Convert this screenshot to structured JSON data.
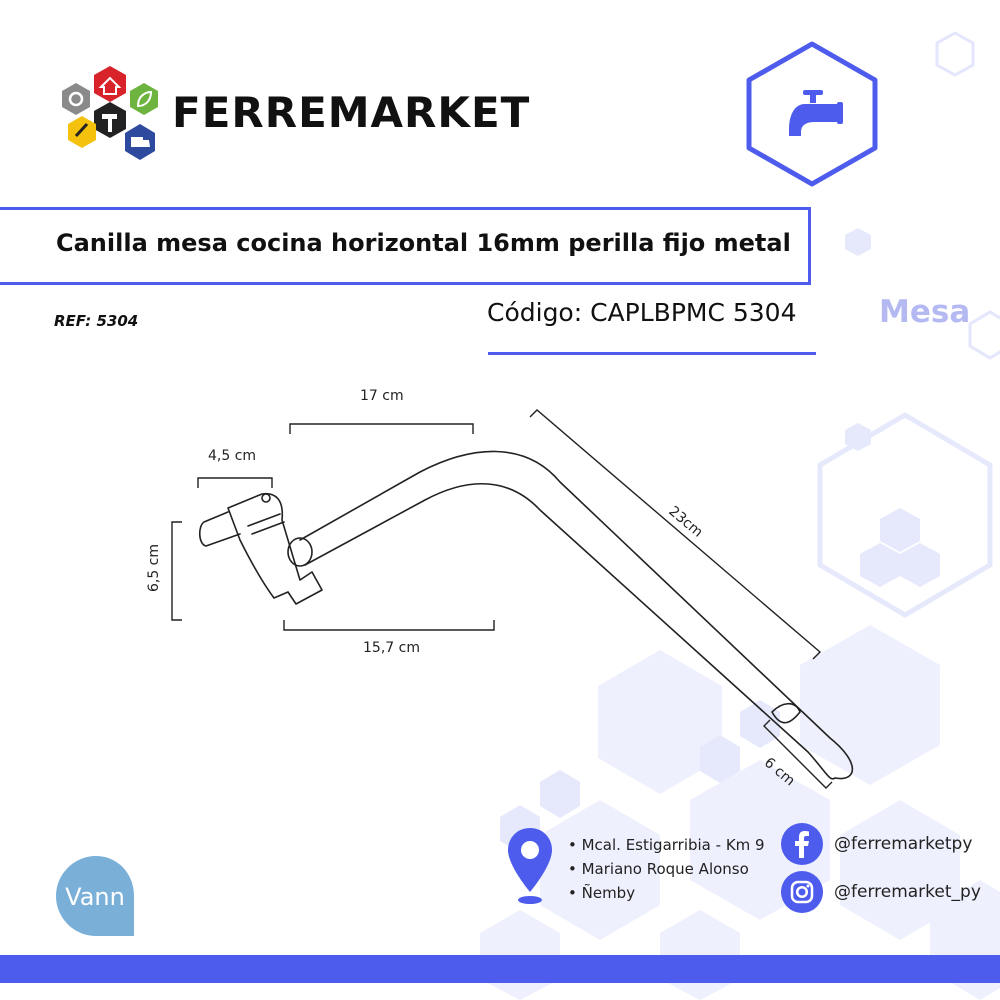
{
  "brand": {
    "name": "FERREMARKET"
  },
  "product": {
    "title": "Canilla mesa cocina horizontal 16mm perilla fijo metal",
    "ref": "REF: 5304",
    "code": "Código: CAPLBPMC 5304",
    "category": "Mesa"
  },
  "dimensions": {
    "top_width": "17 cm",
    "handle_width": "4,5 cm",
    "height": "6,5 cm",
    "base_length": "15,7 cm",
    "spout_length": "23cm",
    "tip_length": "6 cm"
  },
  "locations": [
    "• Mcal. Estigarribia - Km 9",
    "• Mariano Roque Alonso",
    "• Ñemby"
  ],
  "social": {
    "facebook": "@ferremarketpy",
    "instagram": "@ferremarket_py"
  },
  "partner_logo": "Vann",
  "colors": {
    "accent": "#4d5ced",
    "light_accent": "#b5b9f2",
    "hex_fill": "#eef0fd"
  },
  "icons": [
    "gear-icon",
    "house-icon",
    "leaf-icon",
    "hammer-icon",
    "truck-icon",
    "faucet-icon",
    "location-pin-icon",
    "facebook-icon",
    "instagram-icon"
  ]
}
